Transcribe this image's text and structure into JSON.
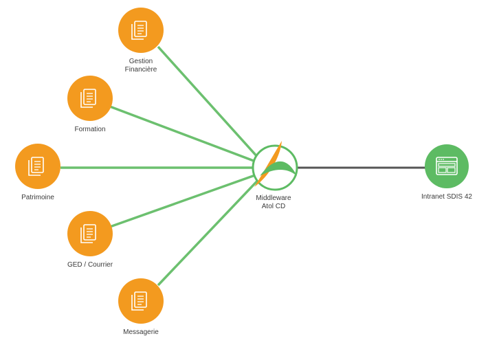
{
  "colors": {
    "orange": "#f39a1f",
    "green": "#5dbb63",
    "link_green": "#6cc06f",
    "link_grey": "#555555",
    "text": "#3a3a3a"
  },
  "sources": [
    {
      "id": "gestion",
      "label_lines": [
        "Gestion",
        "Financière"
      ],
      "icon": "document-icon"
    },
    {
      "id": "formation",
      "label_lines": [
        "Formation"
      ],
      "icon": "document-icon"
    },
    {
      "id": "patrimoine",
      "label_lines": [
        "Patrimoine"
      ],
      "icon": "document-icon"
    },
    {
      "id": "ged",
      "label_lines": [
        "GED / Courrier"
      ],
      "icon": "document-icon"
    },
    {
      "id": "messagerie",
      "label_lines": [
        "Messagerie"
      ],
      "icon": "document-icon"
    }
  ],
  "hub": {
    "label_lines": [
      "Middleware",
      "Atol CD"
    ],
    "icon": "atol-logo-icon"
  },
  "target": {
    "label_lines": [
      "Intranet SDIS 42"
    ],
    "icon": "browser-window-icon"
  }
}
